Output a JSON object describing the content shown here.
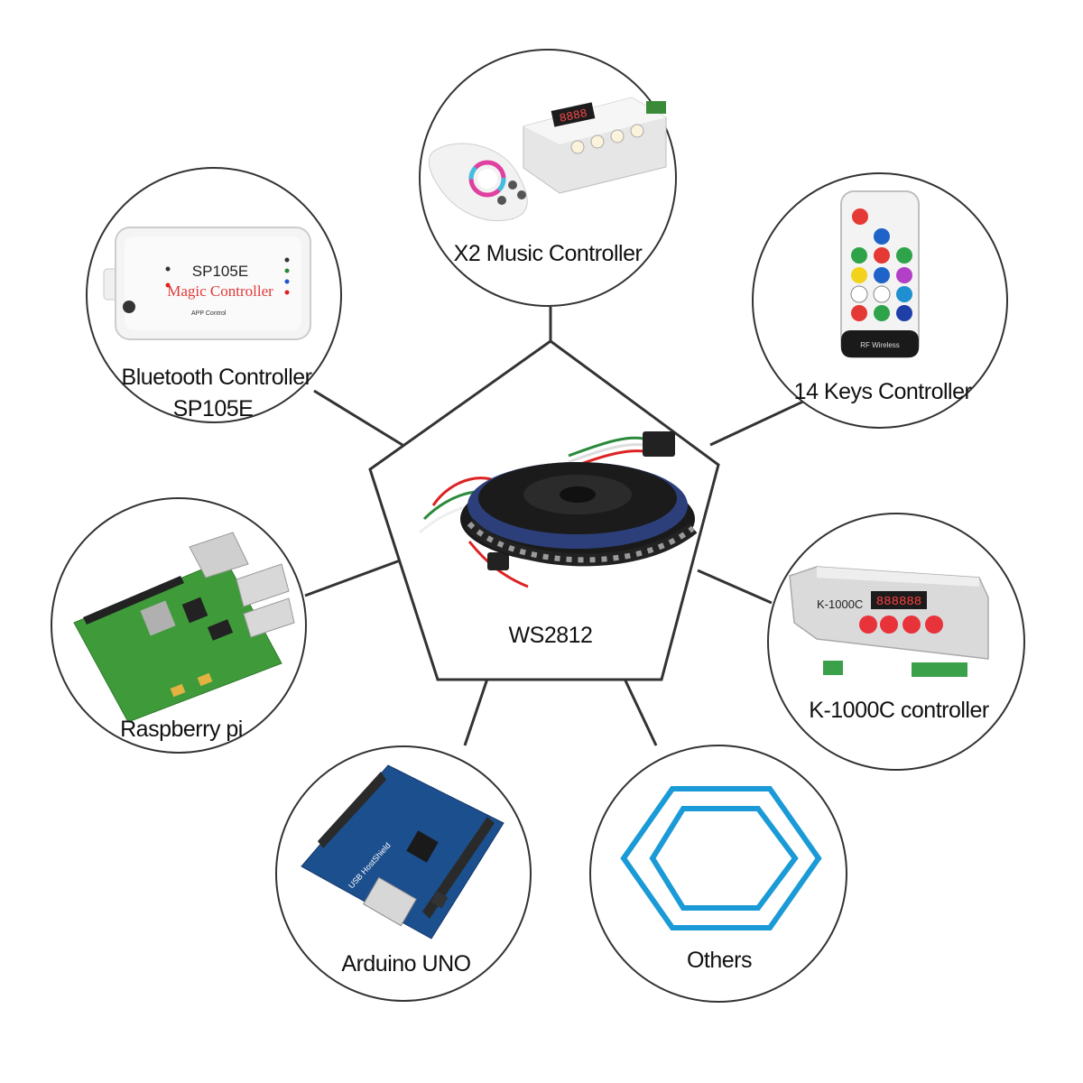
{
  "center": {
    "label": "WS2812"
  },
  "nodes": {
    "x2": {
      "label": "X2 Music Controller"
    },
    "bt": {
      "line1": "Bluetooth Controller",
      "line2": "SP105E"
    },
    "keys14": {
      "label": "14 Keys Controller"
    },
    "rpi": {
      "label": "Raspberry pi"
    },
    "k1000": {
      "label": "K-1000C controller"
    },
    "arduino": {
      "label": "Arduino UNO"
    },
    "others": {
      "label": "Others"
    }
  },
  "device_text": {
    "sp105e_title": "SP105E",
    "sp105e_subtitle": "Magic Controller",
    "sp105e_app": "APP Control",
    "k1000_title": "K-1000C",
    "x2_display": "8888",
    "rf_text": "RF Wireless",
    "usb_text": "USB HostShield"
  },
  "colors": {
    "hexagon": "#1a9ad6",
    "stroke": "#333333",
    "magic_red": "#e03a3a",
    "button_red": "#e8333b",
    "pcb_green": "#3f9b3a",
    "pcb_blue": "#1c4f8e"
  }
}
